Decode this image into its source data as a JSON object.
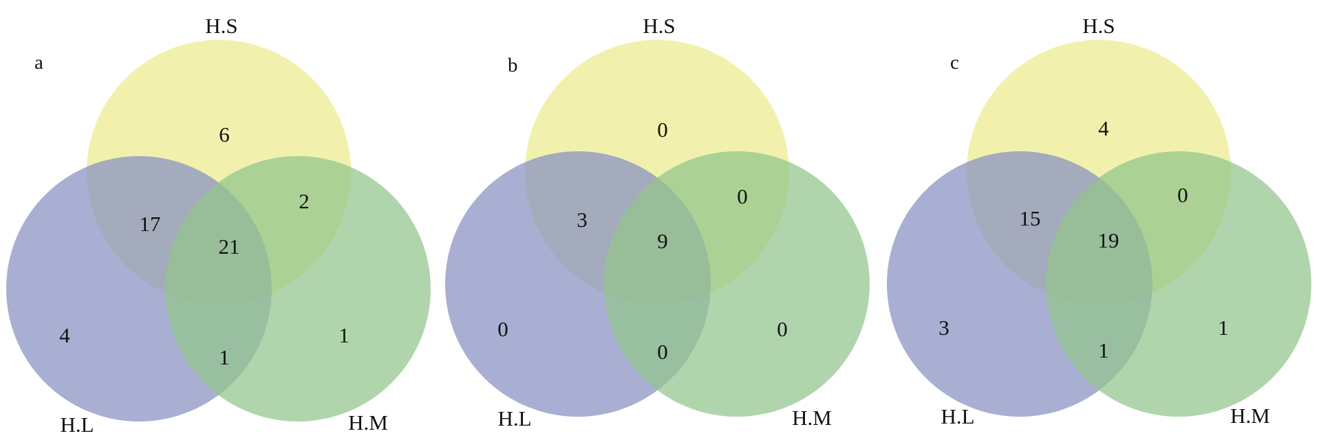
{
  "colors": {
    "H.S": "#ecec8e",
    "H.L": "#8690c2",
    "H.M": "#92c58c"
  },
  "sets": [
    "H.S",
    "H.L",
    "H.M"
  ],
  "panels": [
    {
      "letter": "a",
      "counts": {
        "S_only": "6",
        "L_only": "4",
        "M_only": "1",
        "SL": "17",
        "SM": "2",
        "LM": "1",
        "SLM": "21"
      }
    },
    {
      "letter": "b",
      "counts": {
        "S_only": "0",
        "L_only": "0",
        "M_only": "0",
        "SL": "3",
        "SM": "0",
        "LM": "0",
        "SLM": "9"
      }
    },
    {
      "letter": "c",
      "counts": {
        "S_only": "4",
        "L_only": "3",
        "M_only": "1",
        "SL": "15",
        "SM": "0",
        "LM": "1",
        "SLM": "19"
      }
    }
  ]
}
